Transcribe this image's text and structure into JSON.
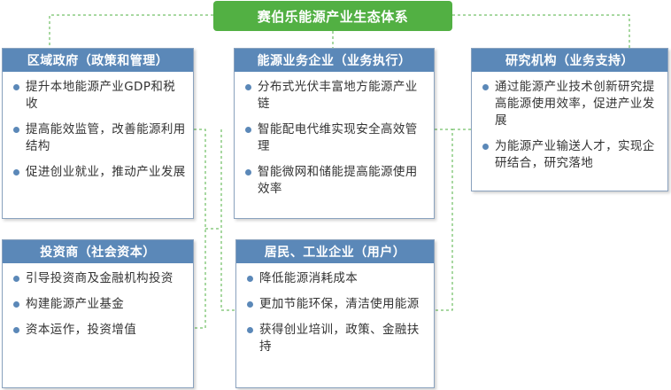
{
  "title": "赛伯乐能源产业生态体系",
  "colors": {
    "title_bg": "#52b043",
    "header_bg": "#5b88b8",
    "connector": "#52b043",
    "bullet": "#5b88b8"
  },
  "cards": {
    "gov": {
      "header": "区域政府（政策和管理）",
      "items": [
        "提升本地能源产业GDP和税收",
        "提高能效监管，改善能源利用结构",
        "促进创业就业，推动产业发展"
      ]
    },
    "enterprise": {
      "header": "能源业务企业（业务执行）",
      "items": [
        "分布式光伏丰富地方能源产业链",
        "智能配电代维实现安全高效管理",
        "智能微网和储能提高能源使用效率"
      ]
    },
    "research": {
      "header": "研究机构（业务支持）",
      "items": [
        "通过能源产业技术创新研究提高能源使用效率，促进产业发展",
        "为能源产业输送人才，实现企研结合，研究落地"
      ]
    },
    "investor": {
      "header": "投资商（社会资本）",
      "items": [
        "引导投资商及金融机构投资",
        "构建能源产业基金",
        "资本运作，投资增值"
      ]
    },
    "users": {
      "header": "居民、工业企业（用户）",
      "items": [
        "降低能源消耗成本",
        "更加节能环保，清洁使用能源",
        "获得创业培训，政策、金融扶持"
      ]
    }
  }
}
